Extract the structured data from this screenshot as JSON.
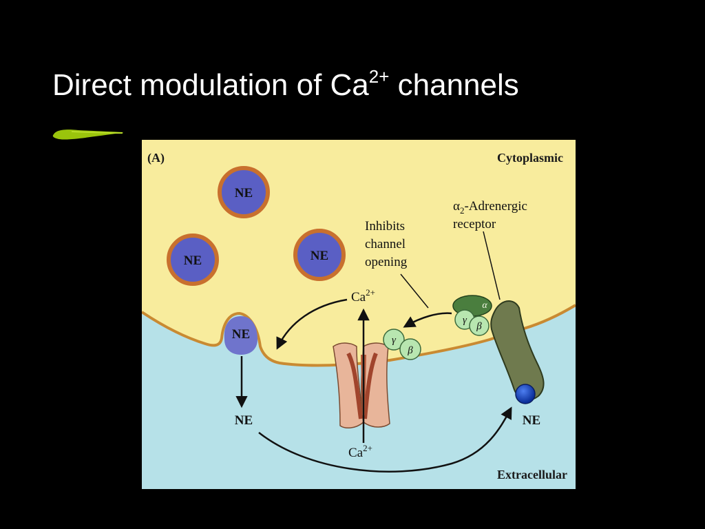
{
  "slide": {
    "title_prefix": "Direct modulation of Ca",
    "title_superscript": "2+",
    "title_suffix": " channels"
  },
  "colors": {
    "background": "#000000",
    "title_text": "#ffffff",
    "accent_stroke": "#9ac40c",
    "cytoplasm": "#f8ec9d",
    "extracellular": "#b6e1e8",
    "vesicle_fill": "#5a5fc4",
    "vesicle_rim": "#c8702e",
    "receptor": "#6f7a4e",
    "channel": "#e8b59a",
    "g_protein": "#b8e6b0"
  },
  "diagram": {
    "panel_label": "(A)",
    "cytoplasmic_label": "Cytoplasmic",
    "extracellular_label": "Extracellular",
    "receptor_label_line1": "α",
    "receptor_label_sub": "2",
    "receptor_label_rest": "-Adrenergic",
    "receptor_label_line2": "receptor",
    "inhibits_line1": "Inhibits",
    "inhibits_line2": "channel",
    "inhibits_line3": "opening",
    "ca_top": "Ca",
    "ca_top_sup": "2+",
    "ca_bottom": "Ca",
    "ca_bottom_sup": "2+",
    "vesicle_1": "NE",
    "vesicle_2": "NE",
    "vesicle_3": "NE",
    "vesicle_docked": "NE",
    "ne_released": "NE",
    "ne_bound": "NE",
    "alpha": "α",
    "gamma": "γ",
    "beta": "β",
    "gamma_2": "γ",
    "beta_2": "β"
  }
}
